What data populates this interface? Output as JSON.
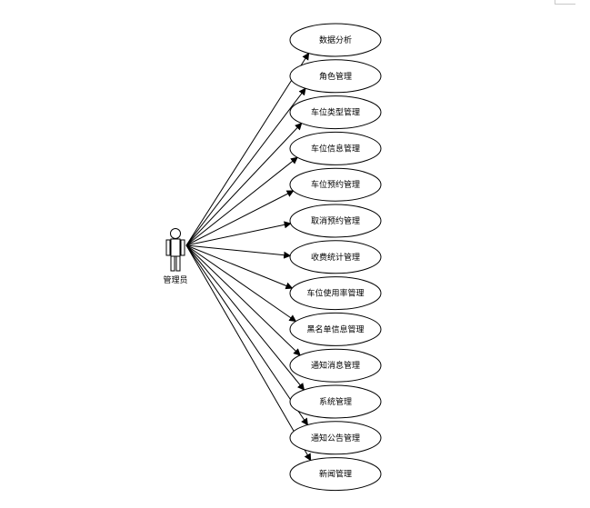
{
  "actor": {
    "label": "管理员"
  },
  "use_cases": [
    "数据分析",
    "角色管理",
    "车位类型管理",
    "车位信息管理",
    "车位预约管理",
    "取消预约管理",
    "收费统计管理",
    "车位使用率管理",
    "黑名单信息管理",
    "通知消息管理",
    "系统管理",
    "通知公告管理",
    "新闻管理"
  ]
}
